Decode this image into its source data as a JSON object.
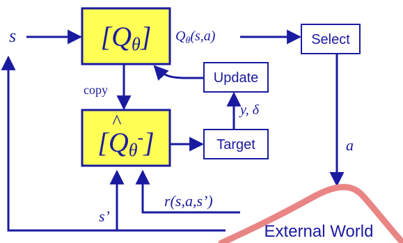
{
  "nodes": {
    "q_network": {
      "bracket_open": "[",
      "q": "Q",
      "theta": "θ",
      "bracket_close": "]"
    },
    "q_target": {
      "bracket_open": "[",
      "q": "Q",
      "hat": "^",
      "theta": "θ",
      "minus": "-",
      "bracket_close": "]"
    },
    "select": {
      "label": "Select"
    },
    "update": {
      "label": "Update"
    },
    "target": {
      "label": "Target"
    },
    "world": {
      "label": "External World"
    }
  },
  "labels": {
    "state": "s",
    "q_output": {
      "q": "Q",
      "sub": "θ",
      "args": "(s,a)"
    },
    "copy": "copy",
    "y_delta": "y, δ",
    "action": "a",
    "reward": "r(s,a,s’)",
    "next_state": "s’"
  },
  "colors": {
    "box_fill": "#ffff55",
    "box_stroke": "#1a1aa0",
    "line": "#1a1aa0",
    "world_curve": "#e98585"
  }
}
